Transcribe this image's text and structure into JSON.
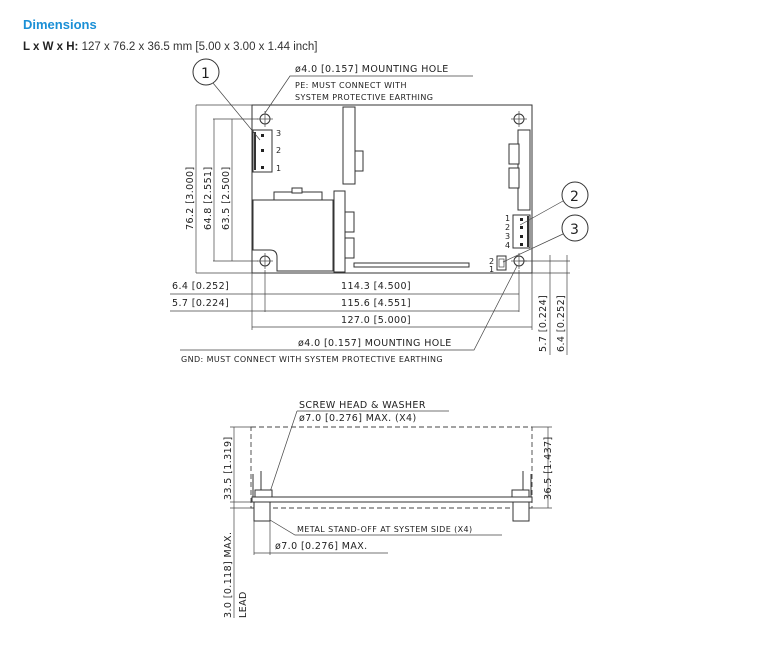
{
  "section_title": "Dimensions",
  "size": {
    "label": "L x W x H:",
    "value": "127 x 76.2 x 36.5 mm [5.00 x 3.00 x 1.44 inch]"
  },
  "top_view": {
    "balloons": [
      "1",
      "2",
      "3"
    ],
    "mounting_hole_pe": "ø4.0 [0.157] MOUNTING HOLE",
    "pe_note_line1": "PE: MUST CONNECT WITH",
    "pe_note_line2": "SYSTEM PROTECTIVE EARTHING",
    "mounting_hole_gnd": "ø4.0 [0.157] MOUNTING HOLE",
    "gnd_note": "GND: MUST CONNECT WITH SYSTEM PROTECTIVE EARTHING",
    "conn1_pins": [
      "3",
      "2",
      "1"
    ],
    "conn2_pins": [
      "1",
      "2",
      "3",
      "4"
    ],
    "conn3_pins": [
      "2",
      "1"
    ],
    "dim_height_total": "76.2 [3.000]",
    "dim_height_holes_outer": "64.8 [2.551]",
    "dim_height_holes_inner": "63.5 [2.500]",
    "dim_left_offset_1": "6.4 [0.252]",
    "dim_left_offset_2": "5.7 [0.224]",
    "dim_width_holes": "114.3 [4.500]",
    "dim_width_holes_2": "115.6 [4.551]",
    "dim_width_total": "127.0 [5.000]",
    "dim_right_1": "5.7 [0.224]",
    "dim_right_2": "6.4 [0.252]"
  },
  "side_view": {
    "screw_note_line1": "SCREW HEAD & WASHER",
    "screw_note_line2": "ø7.0 [0.276] MAX. (X4)",
    "dim_height_left": "33.5 [1.319]",
    "dim_height_right": "36.5 [1.437]",
    "dim_lead": "3.0 [0.118] MAX.",
    "lead_label": "LEAD",
    "standoff_note": "METAL STAND-OFF AT SYSTEM SIDE (X4)",
    "standoff_dia": "ø7.0 [0.276] MAX."
  }
}
